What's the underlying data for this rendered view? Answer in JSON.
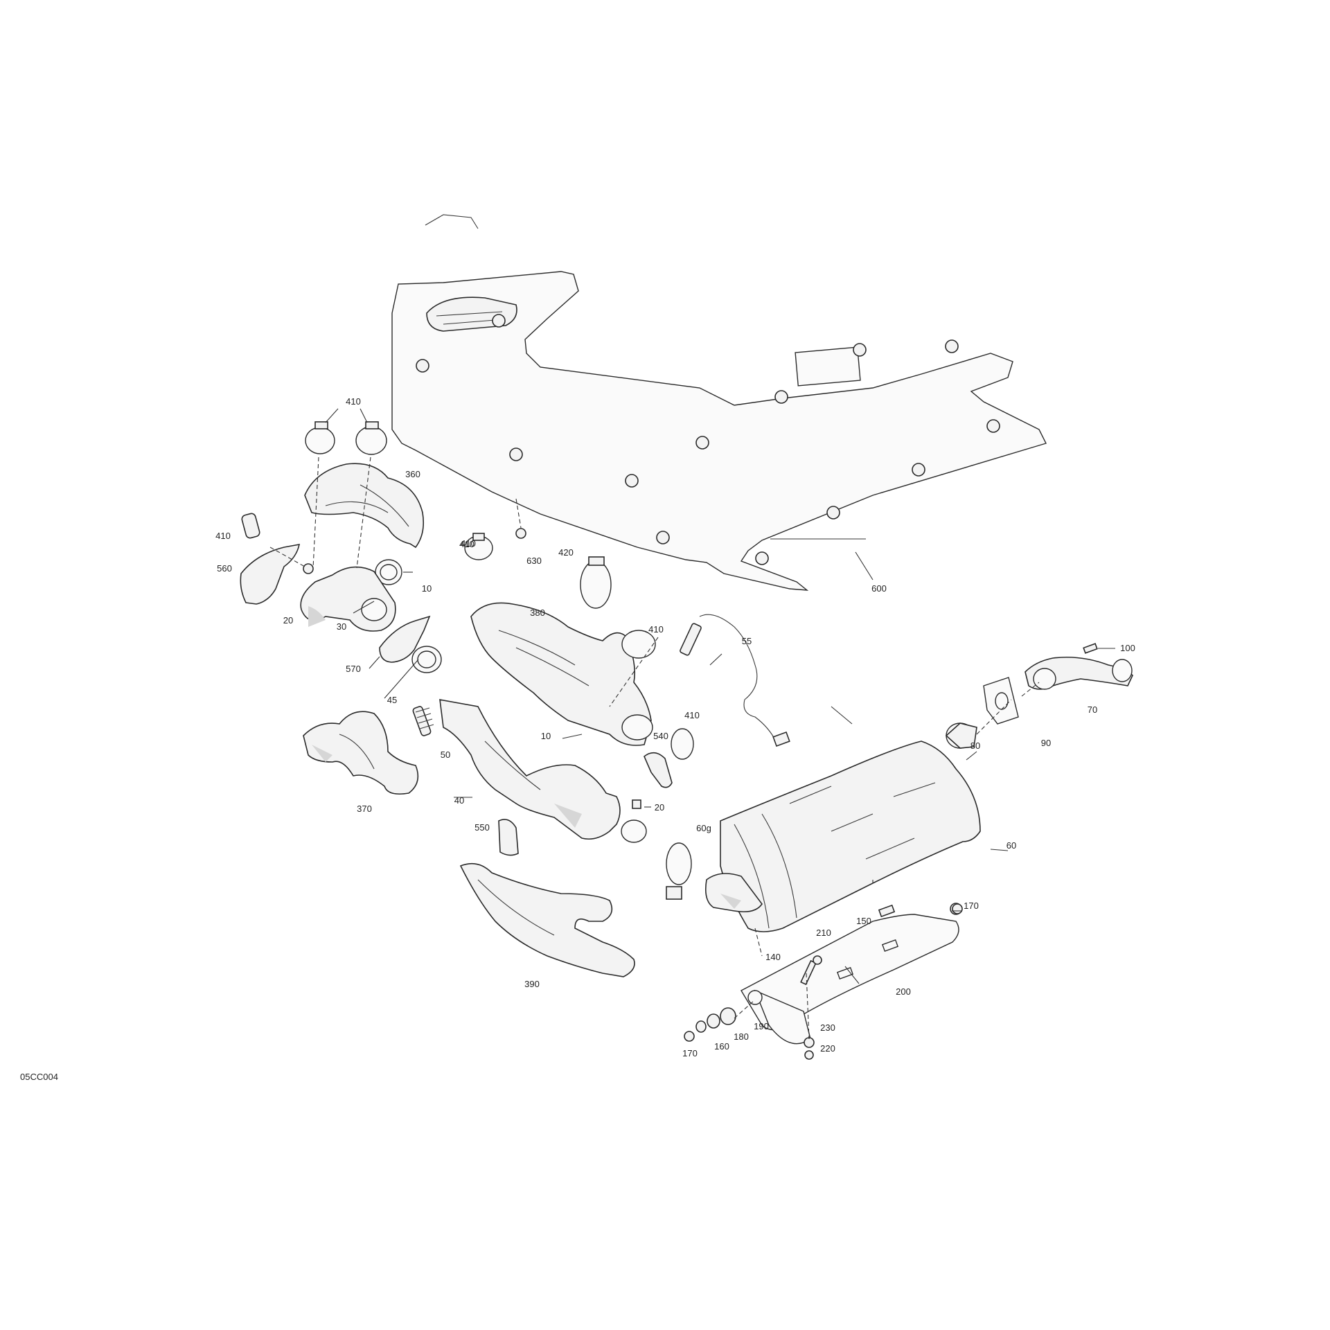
{
  "diagram_code": "05CC004",
  "callouts": [
    "410",
    "410",
    "360",
    "410",
    "560",
    "10",
    "20",
    "30",
    "570",
    "45",
    "370",
    "50",
    "40",
    "10",
    "410",
    "420",
    "630",
    "380",
    "410",
    "55",
    "540",
    "410",
    "20",
    "550",
    "390",
    "60g",
    "600",
    "100",
    "70",
    "90",
    "80",
    "60",
    "170",
    "150",
    "210",
    "140",
    "200",
    "190",
    "180",
    "160",
    "170",
    "230",
    "220"
  ]
}
